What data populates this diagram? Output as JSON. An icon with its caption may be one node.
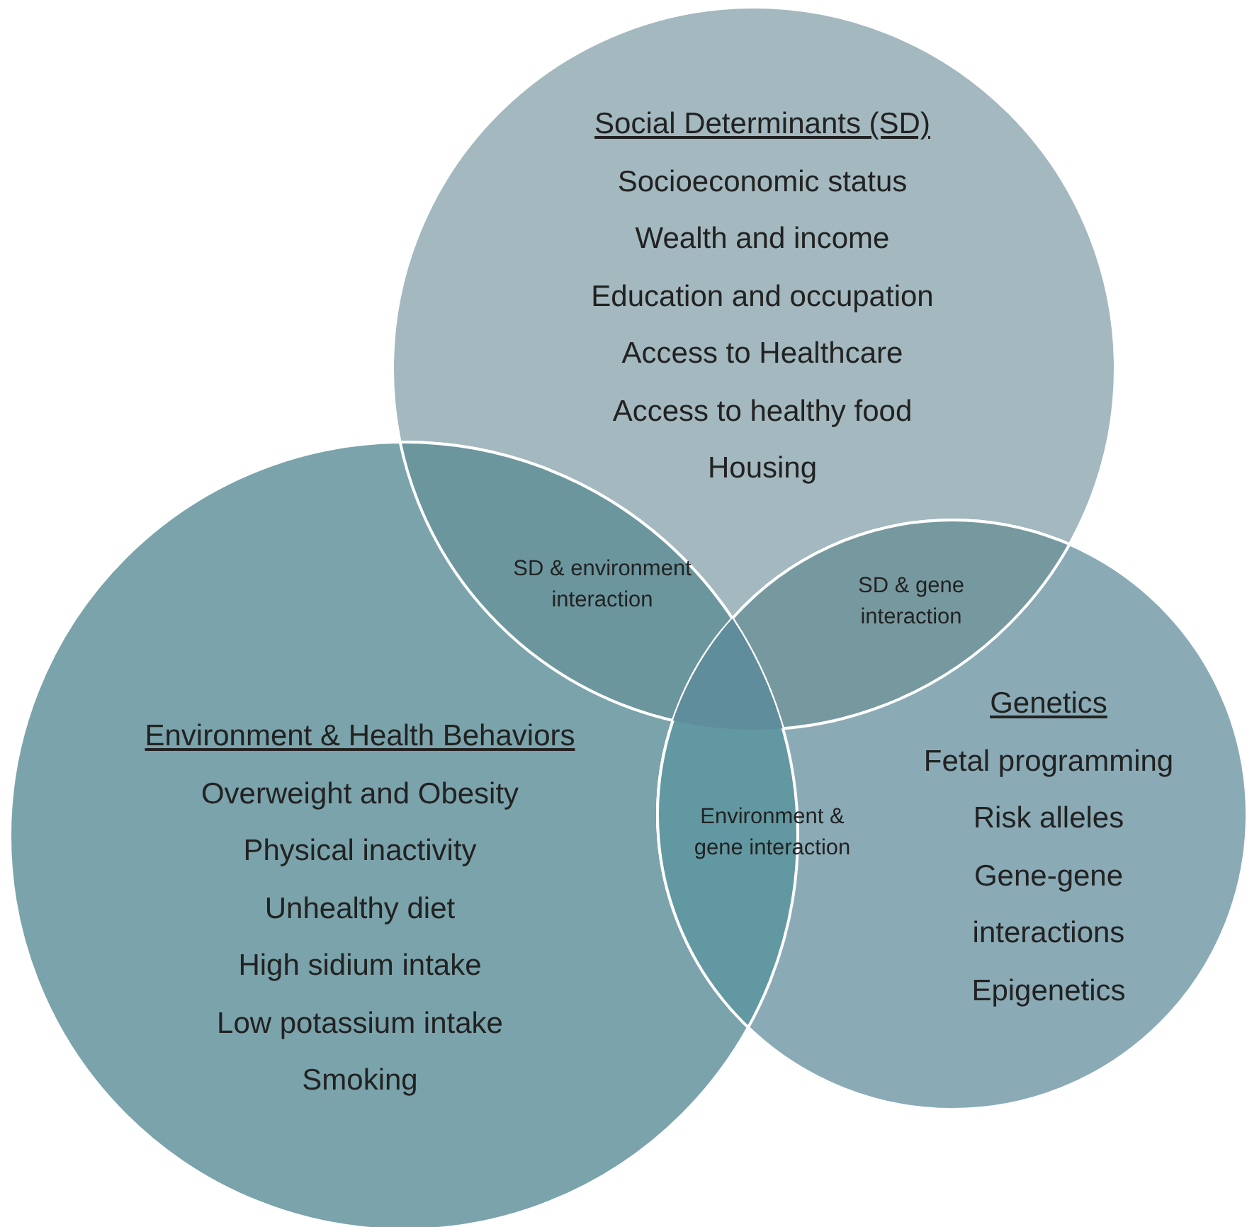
{
  "diagram": {
    "nodes": [
      {
        "text": [
          "Social Determinants (SD)",
          "Socioeconomic status",
          "Wealth and income",
          "Education and occupation",
          "Access to Healthcare",
          "Access to healthy food",
          "Housing"
        ]
      },
      {
        "text": [
          "Environment & Health Behaviors",
          "Overweight and Obesity",
          "Physical inactivity",
          "Unhealthy diet",
          "High sidium intake",
          "Low potassium intake",
          "Smoking"
        ]
      },
      {
        "text": [
          "Genetics",
          "Fetal programming",
          "Risk alleles",
          "Gene-gene interactions",
          "Epigenetics"
        ]
      },
      {
        "text": [
          "SD & environment interaction"
        ]
      },
      {
        "text": [
          "SD & gene interaction"
        ]
      },
      {
        "text": [
          "Environment & gene interaction"
        ]
      }
    ]
  }
}
